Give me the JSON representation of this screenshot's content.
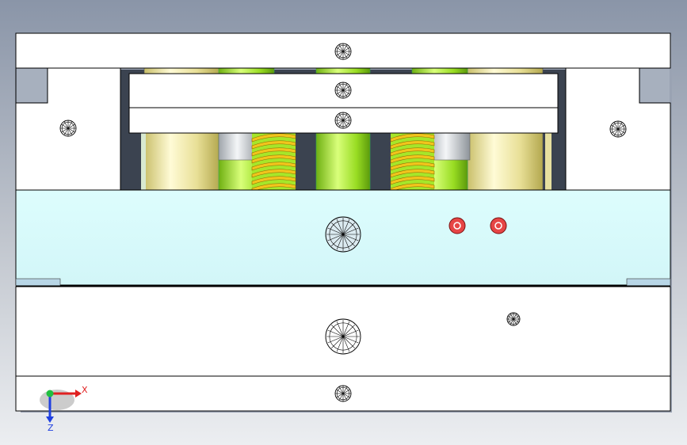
{
  "viewport": {
    "background_gradient": [
      "#8a95a8",
      "#c2c7cf",
      "#eceef1"
    ],
    "view": "front"
  },
  "colors": {
    "plate_fill": "#ffffff",
    "cavity_plate_fill": "#ddfcfc",
    "pillar_yellow": "#efe9a8",
    "pillar_green": "#a6e62a",
    "spring_yellow": "#f2c41c",
    "bushing_grey": "#d6d9dc",
    "pin_red": "#e64545",
    "axis_x": "#e02020",
    "axis_y": "#20c040",
    "axis_z": "#2040e0"
  },
  "assembly": {
    "plates": [
      "top-clamp-plate",
      "ejector-retainer-plate",
      "ejector-base-plate",
      "spacer-block-left",
      "spacer-block-right",
      "cavity-plate",
      "core-plate",
      "bottom-clamp-plate"
    ],
    "springs": 2,
    "red_pins": 2,
    "screw_icons": "screw-head-icon"
  },
  "triad": {
    "x_label": "X",
    "z_label": "Z"
  }
}
